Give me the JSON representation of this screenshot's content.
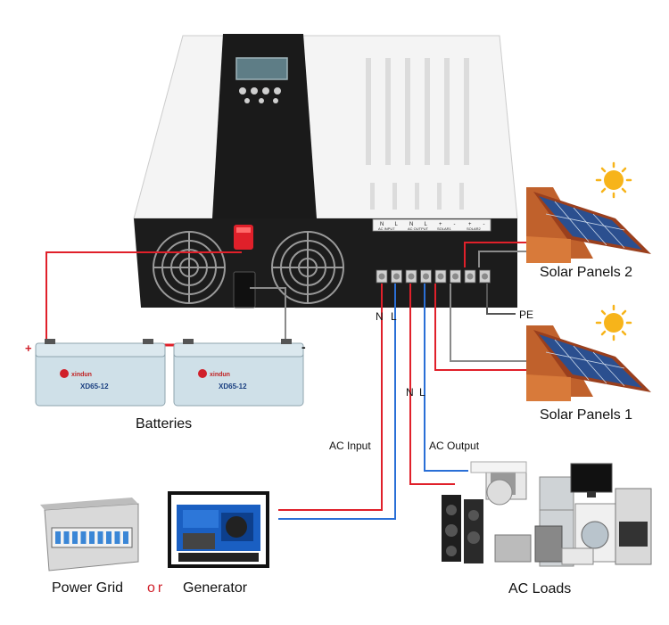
{
  "labels": {
    "solar_panels_2": "Solar Panels 2",
    "solar_panels_1": "Solar Panels 1",
    "pe": "PE",
    "batteries": "Batteries",
    "battery_plus": "+",
    "battery_minus": "-",
    "ac_input": "AC Input",
    "ac_output": "AC Output",
    "input_n": "N",
    "input_l": "L",
    "output_n": "N",
    "output_l": "L",
    "power_grid": "Power Grid",
    "or": "or",
    "generator": "Generator",
    "ac_loads": "AC Loads"
  },
  "battery": {
    "brand": "xindun",
    "model": "XD65-12"
  },
  "terminal_block": {
    "labels": [
      "N",
      "L",
      "N",
      "L",
      "+",
      "-",
      "+",
      "-"
    ],
    "groups": [
      "AC INPUT",
      "AC OUTPUT",
      "SOLAR1",
      "SOLAR2"
    ]
  },
  "colors": {
    "wire_red": "#e0202a",
    "wire_blue": "#2a6fd6",
    "wire_gray": "#8a8a8a",
    "wire_dark": "#333333",
    "or_text": "#d0202a",
    "battery_case": "#cfe0e8",
    "inverter_body": "#f2f2f2"
  }
}
